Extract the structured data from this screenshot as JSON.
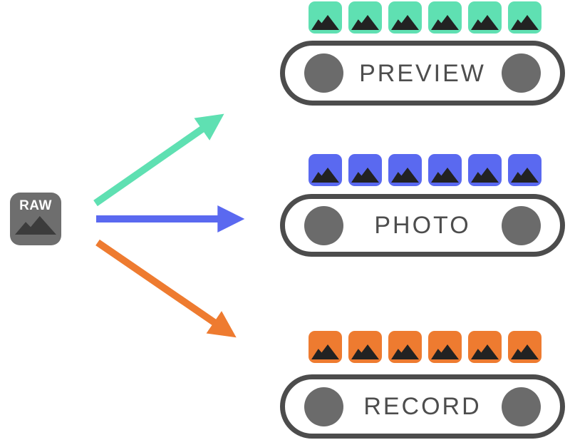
{
  "diagram_title": "raw-frame-distribution",
  "colors": {
    "preview": "#5fe0b2",
    "photo": "#5a69f0",
    "record": "#ee7b30",
    "node-gray": "#6e6e6e",
    "outline": "#4c4c4c",
    "label": "#4d4d4d",
    "roller": "#6b6b6b",
    "frame-mountain": "#222222",
    "raw-mountain": "#3c3c3c",
    "raw-text": "#ffffff"
  },
  "source": {
    "label": "RAW"
  },
  "pipelines": [
    {
      "id": "preview",
      "label": "PREVIEW",
      "frame_count": 6,
      "color": "#5fe0b2"
    },
    {
      "id": "photo",
      "label": "PHOTO",
      "frame_count": 6,
      "color": "#5a69f0"
    },
    {
      "id": "record",
      "label": "RECORD",
      "frame_count": 6,
      "color": "#ee7b30"
    }
  ],
  "flows": [
    {
      "from": "RAW",
      "to": "PREVIEW",
      "color": "#5fe0b2"
    },
    {
      "from": "RAW",
      "to": "PHOTO",
      "color": "#5a69f0"
    },
    {
      "from": "RAW",
      "to": "RECORD",
      "color": "#ee7b30"
    }
  ]
}
